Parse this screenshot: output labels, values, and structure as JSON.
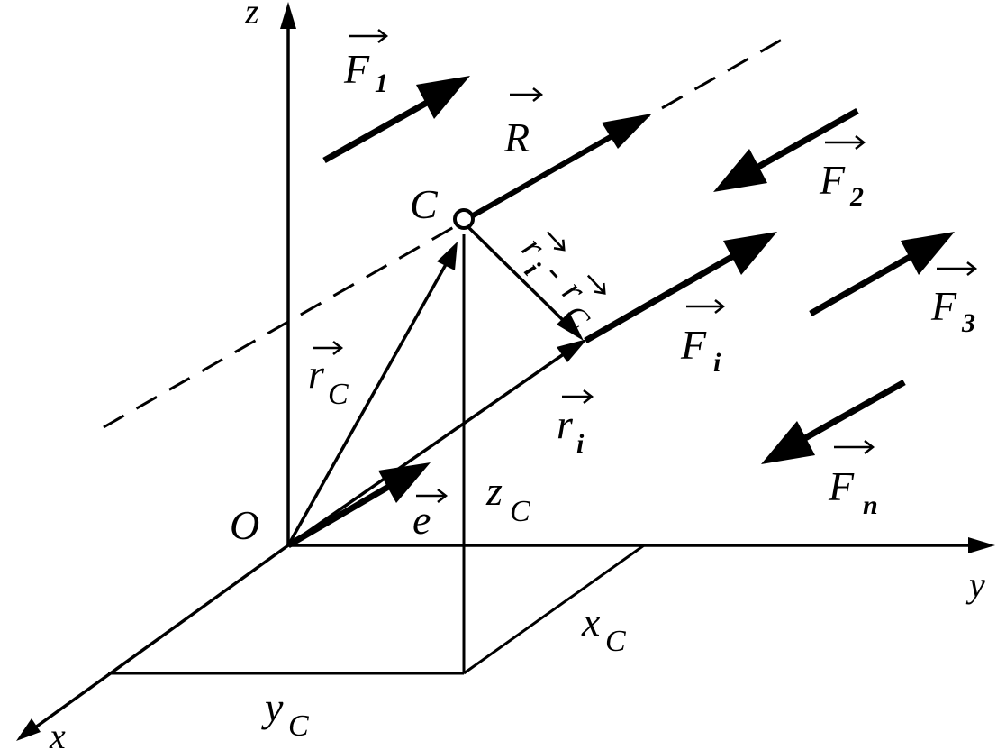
{
  "axes": {
    "x": "x",
    "y": "y",
    "z": "z",
    "origin": "O"
  },
  "point_c": "C",
  "forces": {
    "f1": {
      "symbol": "F",
      "index": "1"
    },
    "f2": {
      "symbol": "F",
      "index": "2"
    },
    "f3": {
      "symbol": "F",
      "index": "3"
    },
    "fi": {
      "symbol": "F",
      "index": "i"
    },
    "fn": {
      "symbol": "F",
      "index": "n"
    }
  },
  "resultant": "R",
  "vectors": {
    "rc": {
      "symbol": "r",
      "index": "C"
    },
    "ri": {
      "symbol": "r",
      "index": "i"
    },
    "e": "e",
    "diff": {
      "left": "r",
      "left_index": "i",
      "sep": "-",
      "right": "r",
      "right_index": "C"
    }
  },
  "coords": {
    "xc": {
      "symbol": "x",
      "index": "C"
    },
    "yc": {
      "symbol": "y",
      "index": "C"
    },
    "zc": {
      "symbol": "z",
      "index": "C"
    }
  }
}
